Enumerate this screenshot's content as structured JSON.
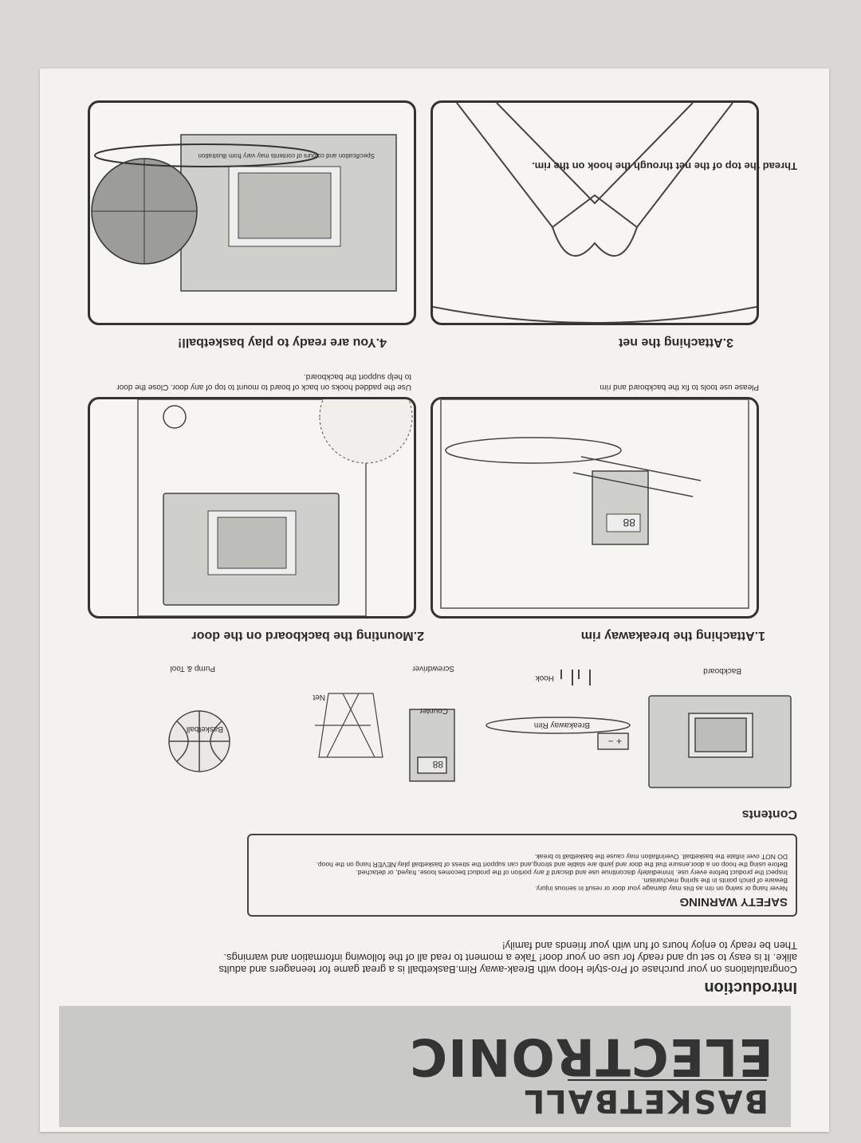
{
  "brand": {
    "line1": "BASKETBALL",
    "line2": "ELECTRONIC"
  },
  "intro": {
    "title": "Introduction",
    "text": "Congratulations on your purchase of Pro-style Hoop with Break-away Rim.Basketball is a great game for teenagers and adults alike. It is easy to set up and ready for use on your door! Take a moment to read all of the following information and warnings. Then be ready to enjoy hours of fun with your friends and family!"
  },
  "warning": {
    "title": "SAFETY WARNING",
    "lines": [
      "Never hang or swing on rim as this may damage your door or result in serious injury.",
      "Beware of pinch points in the spring mechanism.",
      "Inspect the product before every use. Immediately discontinue use and discard if any portion of the product becomes loose, frayed, or detached.",
      "Before using the hoop on a door,ensure that the door and jamb are stable and strong,and can support the stress of basketball play.NEVER hang on the hoop.",
      "DO NOT over inflate the basketball. Overinflation may cause the basketball to break."
    ]
  },
  "contents": {
    "title": "Contents",
    "items": {
      "backboard": "Backboard",
      "rim": "Breakaway Rim",
      "counter": "Counter",
      "basketball": "Basketball",
      "hook": "Hook",
      "screwdriver": "Screwdriver",
      "net": "Net",
      "pump": "Pump & Tool"
    }
  },
  "steps": {
    "s1": {
      "title": "1.Attaching the breakaway rim",
      "note": "Please use tools to fix the backboard and rim"
    },
    "s2": {
      "title": "2.Mounting the backboard on the door",
      "note": "Use the padded hooks on back of board to mount to top of any door. Close the door to help support the backboard."
    },
    "s3": {
      "title": "3.Attaching the net",
      "note": "Thread the top of the net through the hook on the rim."
    },
    "s4": {
      "title": "4.You are ready to play basketball!"
    }
  },
  "display": {
    "digits": "88"
  },
  "footer": {
    "note": "Specification and colours of contents may vary from illustration"
  }
}
